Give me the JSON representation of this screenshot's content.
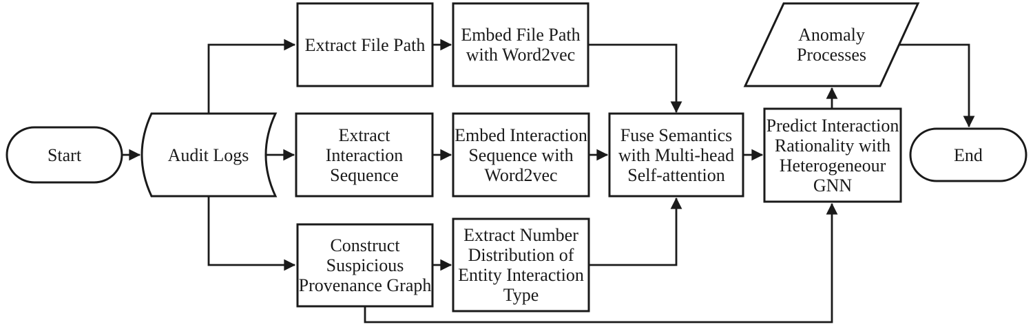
{
  "figure": {
    "type": "flowchart",
    "colors": {
      "background": "#ffffff",
      "stroke": "#1a1a1a",
      "node_fill": "#ffffff",
      "text": "#1a1a1a"
    },
    "nodes": {
      "start": {
        "label": "Start",
        "shape": "terminator"
      },
      "audit_logs": {
        "label": "Audit Logs",
        "shape": "stored-data"
      },
      "extract_file_path": {
        "label": "Extract File Path",
        "shape": "process"
      },
      "embed_file_path": {
        "label": "Embed File Path\nwith Word2vec",
        "shape": "process"
      },
      "extract_interaction_sequence": {
        "label": "Extract\nInteraction\nSequence",
        "shape": "process"
      },
      "embed_interaction_sequence": {
        "label": "Embed Interaction\nSequence with\nWord2vec",
        "shape": "process"
      },
      "construct_provenance_graph": {
        "label": "Construct\nSuspicious\nProvenance Graph",
        "shape": "process"
      },
      "extract_number_distribution": {
        "label": "Extract Number\nDistribution of\nEntity Interaction\nType",
        "shape": "process"
      },
      "fuse_semantics": {
        "label": "Fuse Semantics\nwith Multi-head\nSelf-attention",
        "shape": "process"
      },
      "predict_rationality": {
        "label": "Predict Interaction\nRationality with\nHeterogeneour\nGNN",
        "shape": "process"
      },
      "anomaly_processes": {
        "label": "Anomaly\nProcesses",
        "shape": "data-parallelogram"
      },
      "end": {
        "label": "End",
        "shape": "terminator"
      }
    },
    "edges": [
      {
        "from": "start",
        "to": "audit_logs"
      },
      {
        "from": "audit_logs",
        "to": "extract_file_path"
      },
      {
        "from": "audit_logs",
        "to": "extract_interaction_sequence"
      },
      {
        "from": "audit_logs",
        "to": "construct_provenance_graph"
      },
      {
        "from": "extract_file_path",
        "to": "embed_file_path"
      },
      {
        "from": "extract_interaction_sequence",
        "to": "embed_interaction_sequence"
      },
      {
        "from": "construct_provenance_graph",
        "to": "extract_number_distribution"
      },
      {
        "from": "embed_file_path",
        "to": "fuse_semantics"
      },
      {
        "from": "embed_interaction_sequence",
        "to": "fuse_semantics"
      },
      {
        "from": "extract_number_distribution",
        "to": "fuse_semantics"
      },
      {
        "from": "fuse_semantics",
        "to": "predict_rationality"
      },
      {
        "from": "construct_provenance_graph",
        "to": "predict_rationality"
      },
      {
        "from": "predict_rationality",
        "to": "anomaly_processes"
      },
      {
        "from": "anomaly_processes",
        "to": "end"
      }
    ]
  }
}
